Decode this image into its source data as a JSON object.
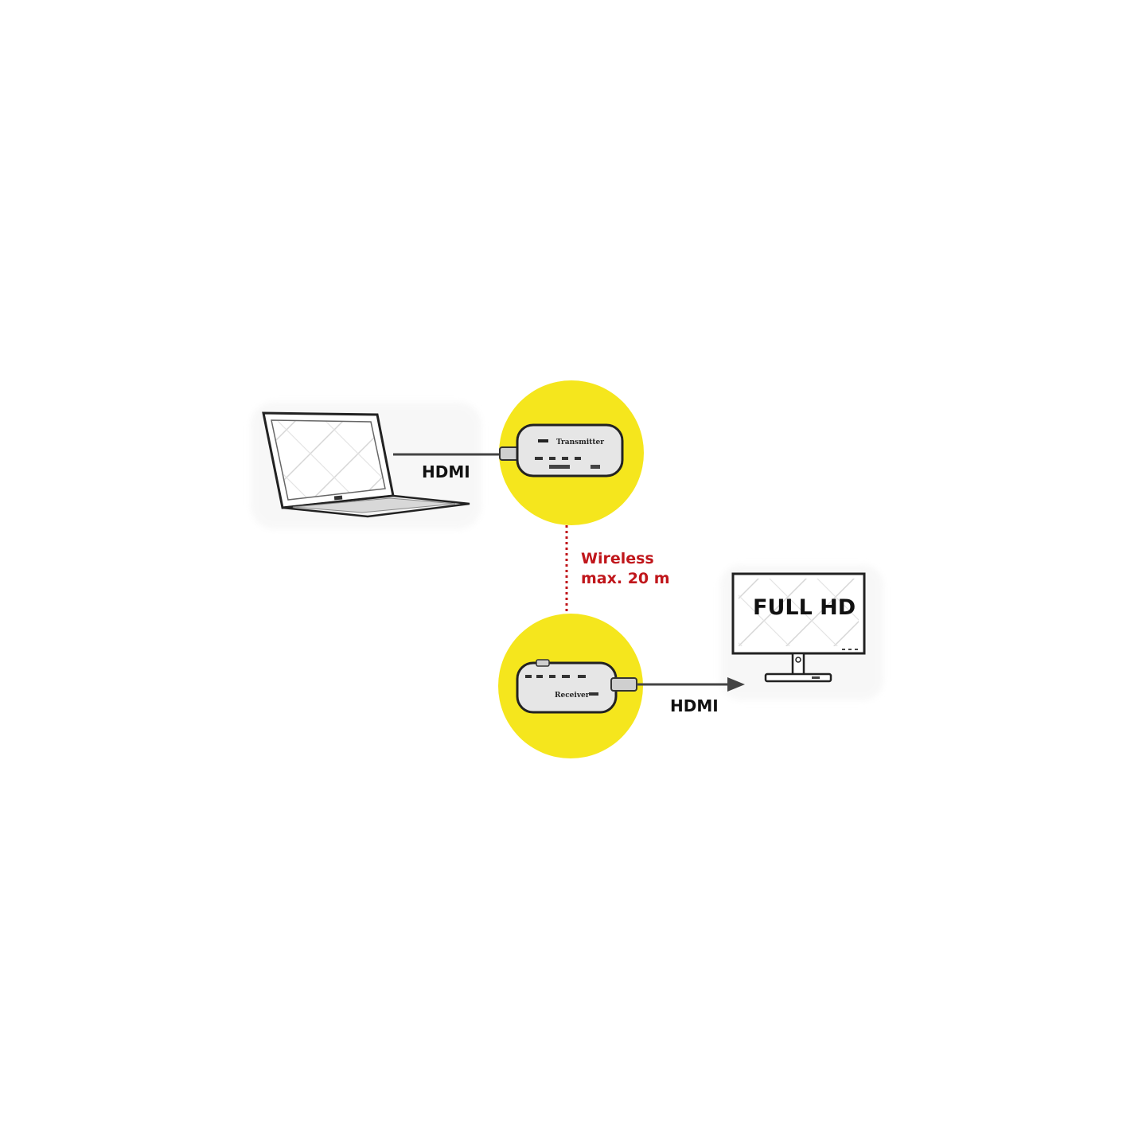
{
  "labels": {
    "hdmi_in": "HDMI",
    "hdmi_out": "HDMI",
    "wireless_line1": "Wireless",
    "wireless_line2": "max. 20 m",
    "monitor_screen": "FULL HD",
    "transmitter_brand": "Transmitter",
    "receiver_brand": "Receiver"
  },
  "colors": {
    "highlight": "#f5e61d",
    "wireless": "#c0161b",
    "line": "#444444",
    "device_body": "#e6e6e6",
    "outline": "#222222"
  },
  "icons": [
    "laptop-icon",
    "transmitter-icon",
    "receiver-icon",
    "monitor-icon",
    "arrow-right-icon"
  ]
}
